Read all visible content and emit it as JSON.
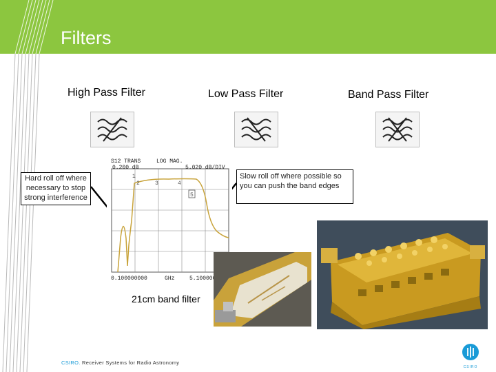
{
  "title": "Filters",
  "columns": [
    {
      "heading": "High Pass Filter",
      "icon": "filter-symbol-icon"
    },
    {
      "heading": "Low Pass Filter",
      "icon": "filter-symbol-icon"
    },
    {
      "heading": "Band Pass Filter",
      "icon": "filter-symbol-icon"
    }
  ],
  "callouts": {
    "left": "Hard roll off where necessary to stop strong interference",
    "right": "Slow roll off where possible so you can push the band edges"
  },
  "plot": {
    "line1_left": "S12 TRANS",
    "line1_mid": "LOG MAG.",
    "line2_left": "0.200 dB",
    "line2_right": "5.020 dB/DIV",
    "markers": [
      "1",
      "2",
      "3",
      "4",
      "5"
    ],
    "bottom_left": "0.100000000",
    "bottom_mid": "GHz",
    "bottom_right": "5.100000000",
    "caption": "21cm band filter"
  },
  "footer": {
    "org": "CSIRO.",
    "text": "Receiver Systems for Radio Astronomy"
  },
  "logo": {
    "text": "CSIRO"
  },
  "colors": {
    "accent_green": "#8cc63f",
    "csiro_blue": "#1a9bd7",
    "plot_trace": "#c8a33a"
  }
}
